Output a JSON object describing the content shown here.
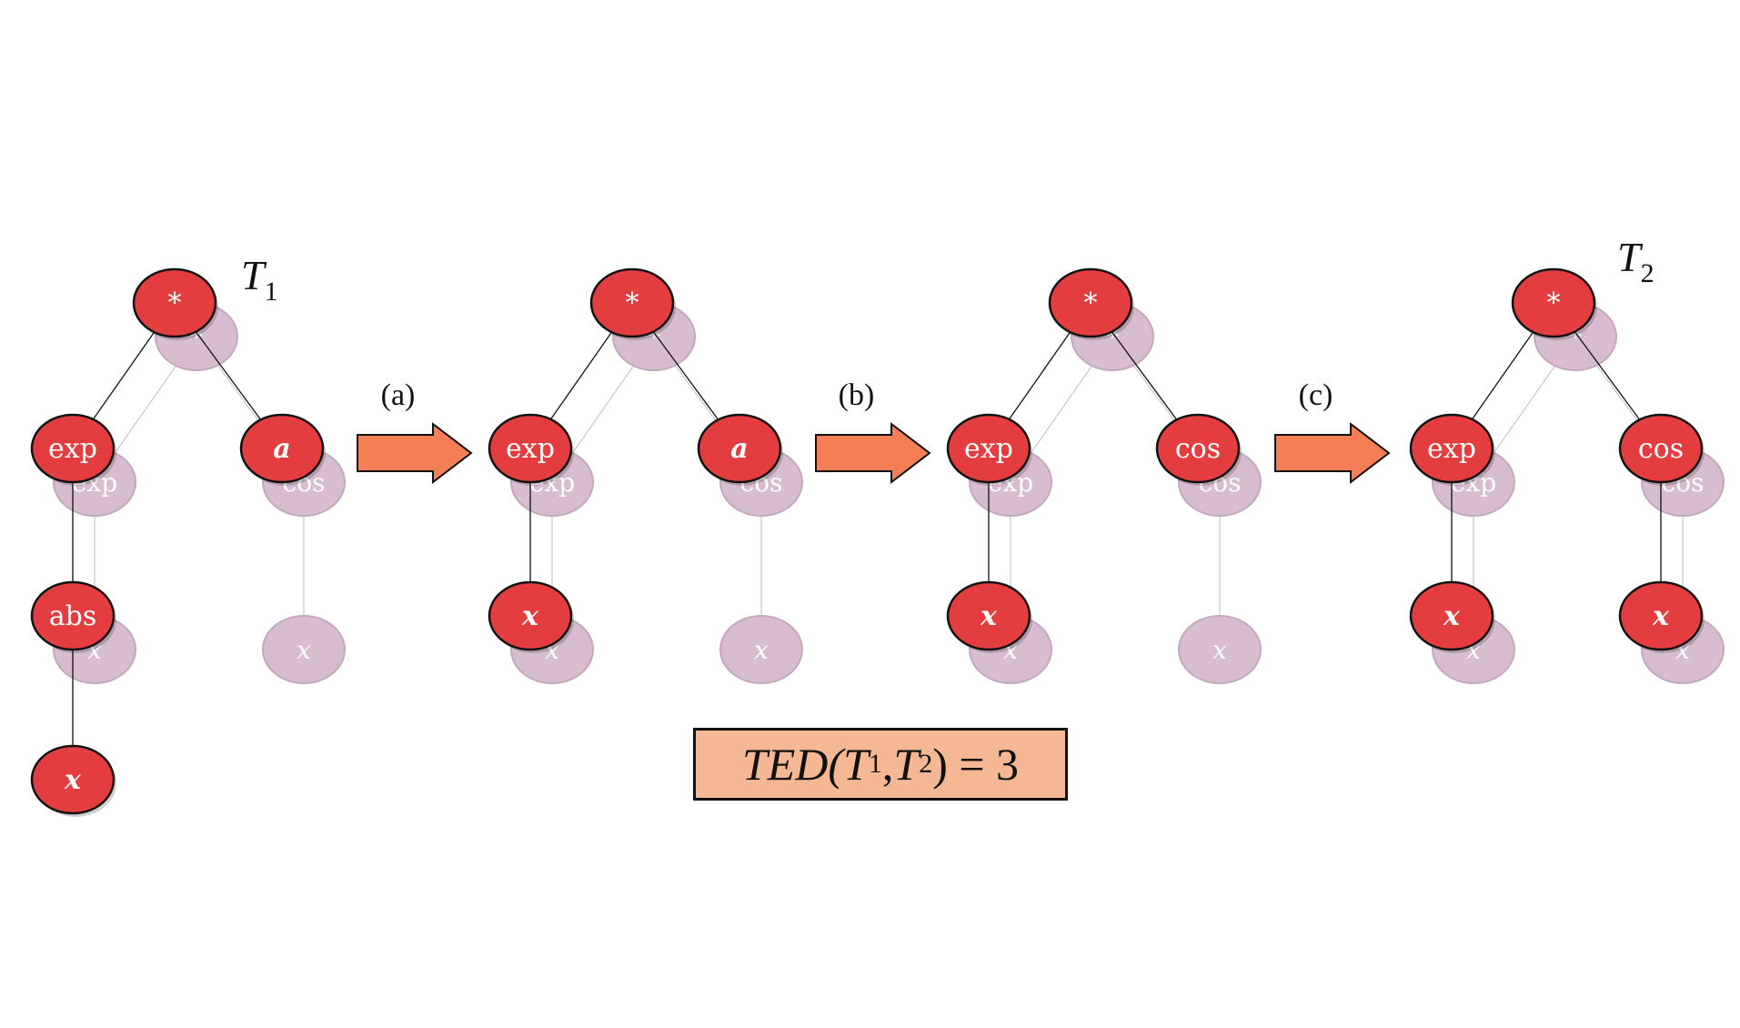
{
  "colors": {
    "node_fill": "#e43d3f",
    "node_stroke": "#111111",
    "ghost_fill": "#d8bcd0",
    "ghost_stroke": "#c2a9bb",
    "arrow_fill": "#f47f57",
    "box_fill": "#f6b894"
  },
  "icons": {
    "step_arrow": "right-block-arrow"
  },
  "trees": [
    {
      "title": "T",
      "subscript": "1",
      "nodes": [
        {
          "id": "root",
          "label": "*",
          "italic": false
        },
        {
          "id": "left",
          "label": "exp",
          "italic": false
        },
        {
          "id": "right",
          "label": "a",
          "italic": true
        },
        {
          "id": "mid",
          "label": "abs",
          "italic": false
        },
        {
          "id": "leaf",
          "label": "x",
          "italic": true
        }
      ]
    },
    {
      "title": "",
      "subscript": "",
      "nodes": [
        {
          "id": "root",
          "label": "*",
          "italic": false
        },
        {
          "id": "left",
          "label": "exp",
          "italic": false
        },
        {
          "id": "right",
          "label": "a",
          "italic": true
        },
        {
          "id": "leftchild",
          "label": "x",
          "italic": true
        }
      ]
    },
    {
      "title": "",
      "subscript": "",
      "nodes": [
        {
          "id": "root",
          "label": "*",
          "italic": false
        },
        {
          "id": "left",
          "label": "exp",
          "italic": false
        },
        {
          "id": "right",
          "label": "cos",
          "italic": false
        },
        {
          "id": "leftchild",
          "label": "x",
          "italic": true
        }
      ]
    },
    {
      "title": "T",
      "subscript": "2",
      "nodes": [
        {
          "id": "root",
          "label": "*",
          "italic": false
        },
        {
          "id": "left",
          "label": "exp",
          "italic": false
        },
        {
          "id": "right",
          "label": "cos",
          "italic": false
        },
        {
          "id": "leftchild",
          "label": "x",
          "italic": true
        },
        {
          "id": "rightchild",
          "label": "x",
          "italic": true
        }
      ]
    }
  ],
  "ghost_tree": {
    "nodes": [
      {
        "id": "root",
        "label": "*",
        "italic": false
      },
      {
        "id": "left",
        "label": "exp",
        "italic": false
      },
      {
        "id": "right",
        "label": "cos",
        "italic": false
      },
      {
        "id": "leftchild",
        "label": "x",
        "italic": true
      },
      {
        "id": "rightchild",
        "label": "x",
        "italic": true
      }
    ]
  },
  "steps": [
    "(a)",
    "(b)",
    "(c)"
  ],
  "ted": {
    "prefix": "TED(",
    "t1": "T",
    "t1_sub": "1",
    "sep": ",",
    "t2": "T",
    "t2_sub": "2",
    "suffix": ")",
    "equals": " = ",
    "value": "3"
  }
}
